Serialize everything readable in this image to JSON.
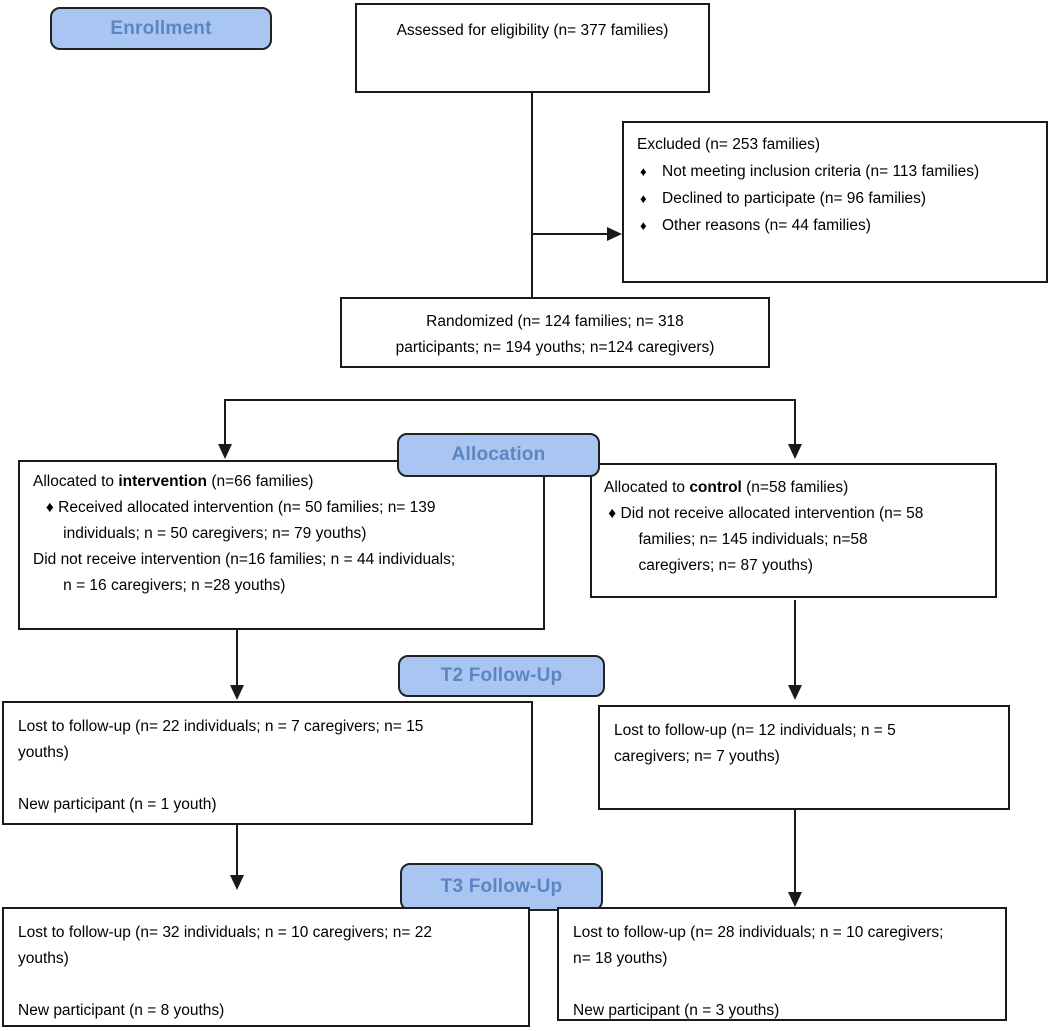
{
  "colors": {
    "label_fill": "#a9c6f2",
    "label_text": "#5b86c2",
    "label_border": "#222222",
    "box_border": "#1a1a1a",
    "connector": "#1a1a1a"
  },
  "labels": {
    "enrollment": "Enrollment",
    "allocation": "Allocation",
    "t2_followup": "T2 Follow-Up",
    "t3_followup": "T3 Follow-Up"
  },
  "boxes": {
    "assessed": {
      "text": "Assessed for eligibility (n= 377 families)"
    },
    "excluded": {
      "title": "Excluded (n= 253 families)",
      "bullet_char": "♦",
      "items": [
        "Not meeting inclusion criteria (n= 113 families)",
        "Declined to participate (n= 96 families)",
        "Other reasons (n= 44 families)"
      ]
    },
    "randomized": {
      "text": "Randomized (n= 124 families; n= 318\nparticipants; n= 194 youths; n=124 caregivers)"
    },
    "intervention": {
      "title_prefix": "Allocated to ",
      "title_bold": "intervention",
      "title_suffix": " (n=66 families)",
      "body": "   ♦ Received allocated intervention (n= 50 families; n= 139\n       individuals; n = 50 caregivers; n= 79 youths)\nDid not receive intervention (n=16 families; n = 44 individuals;\n       n = 16 caregivers; n =28 youths)"
    },
    "control": {
      "title_prefix": "Allocated to ",
      "title_bold": "control",
      "title_suffix": " (n=58 families)",
      "body": " ♦ Did not receive allocated intervention (n= 58\n        families; n= 145 individuals; n=58\n        caregivers; n= 87 youths)"
    },
    "t2_intervention": {
      "text": "Lost to follow-up (n= 22 individuals; n = 7 caregivers; n= 15\nyouths)\n\nNew participant (n = 1 youth)"
    },
    "t2_control": {
      "text": "Lost to follow-up (n= 12 individuals; n = 5\ncaregivers; n= 7 youths)"
    },
    "t3_intervention": {
      "text": "Lost to follow-up (n= 32 individuals; n = 10 caregivers; n= 22\nyouths)\n\nNew participant (n = 8 youths)"
    },
    "t3_control": {
      "text": "Lost to follow-up (n= 28 individuals; n = 10 caregivers;\nn= 18 youths)\n\nNew participant (n = 3 youths)"
    }
  }
}
